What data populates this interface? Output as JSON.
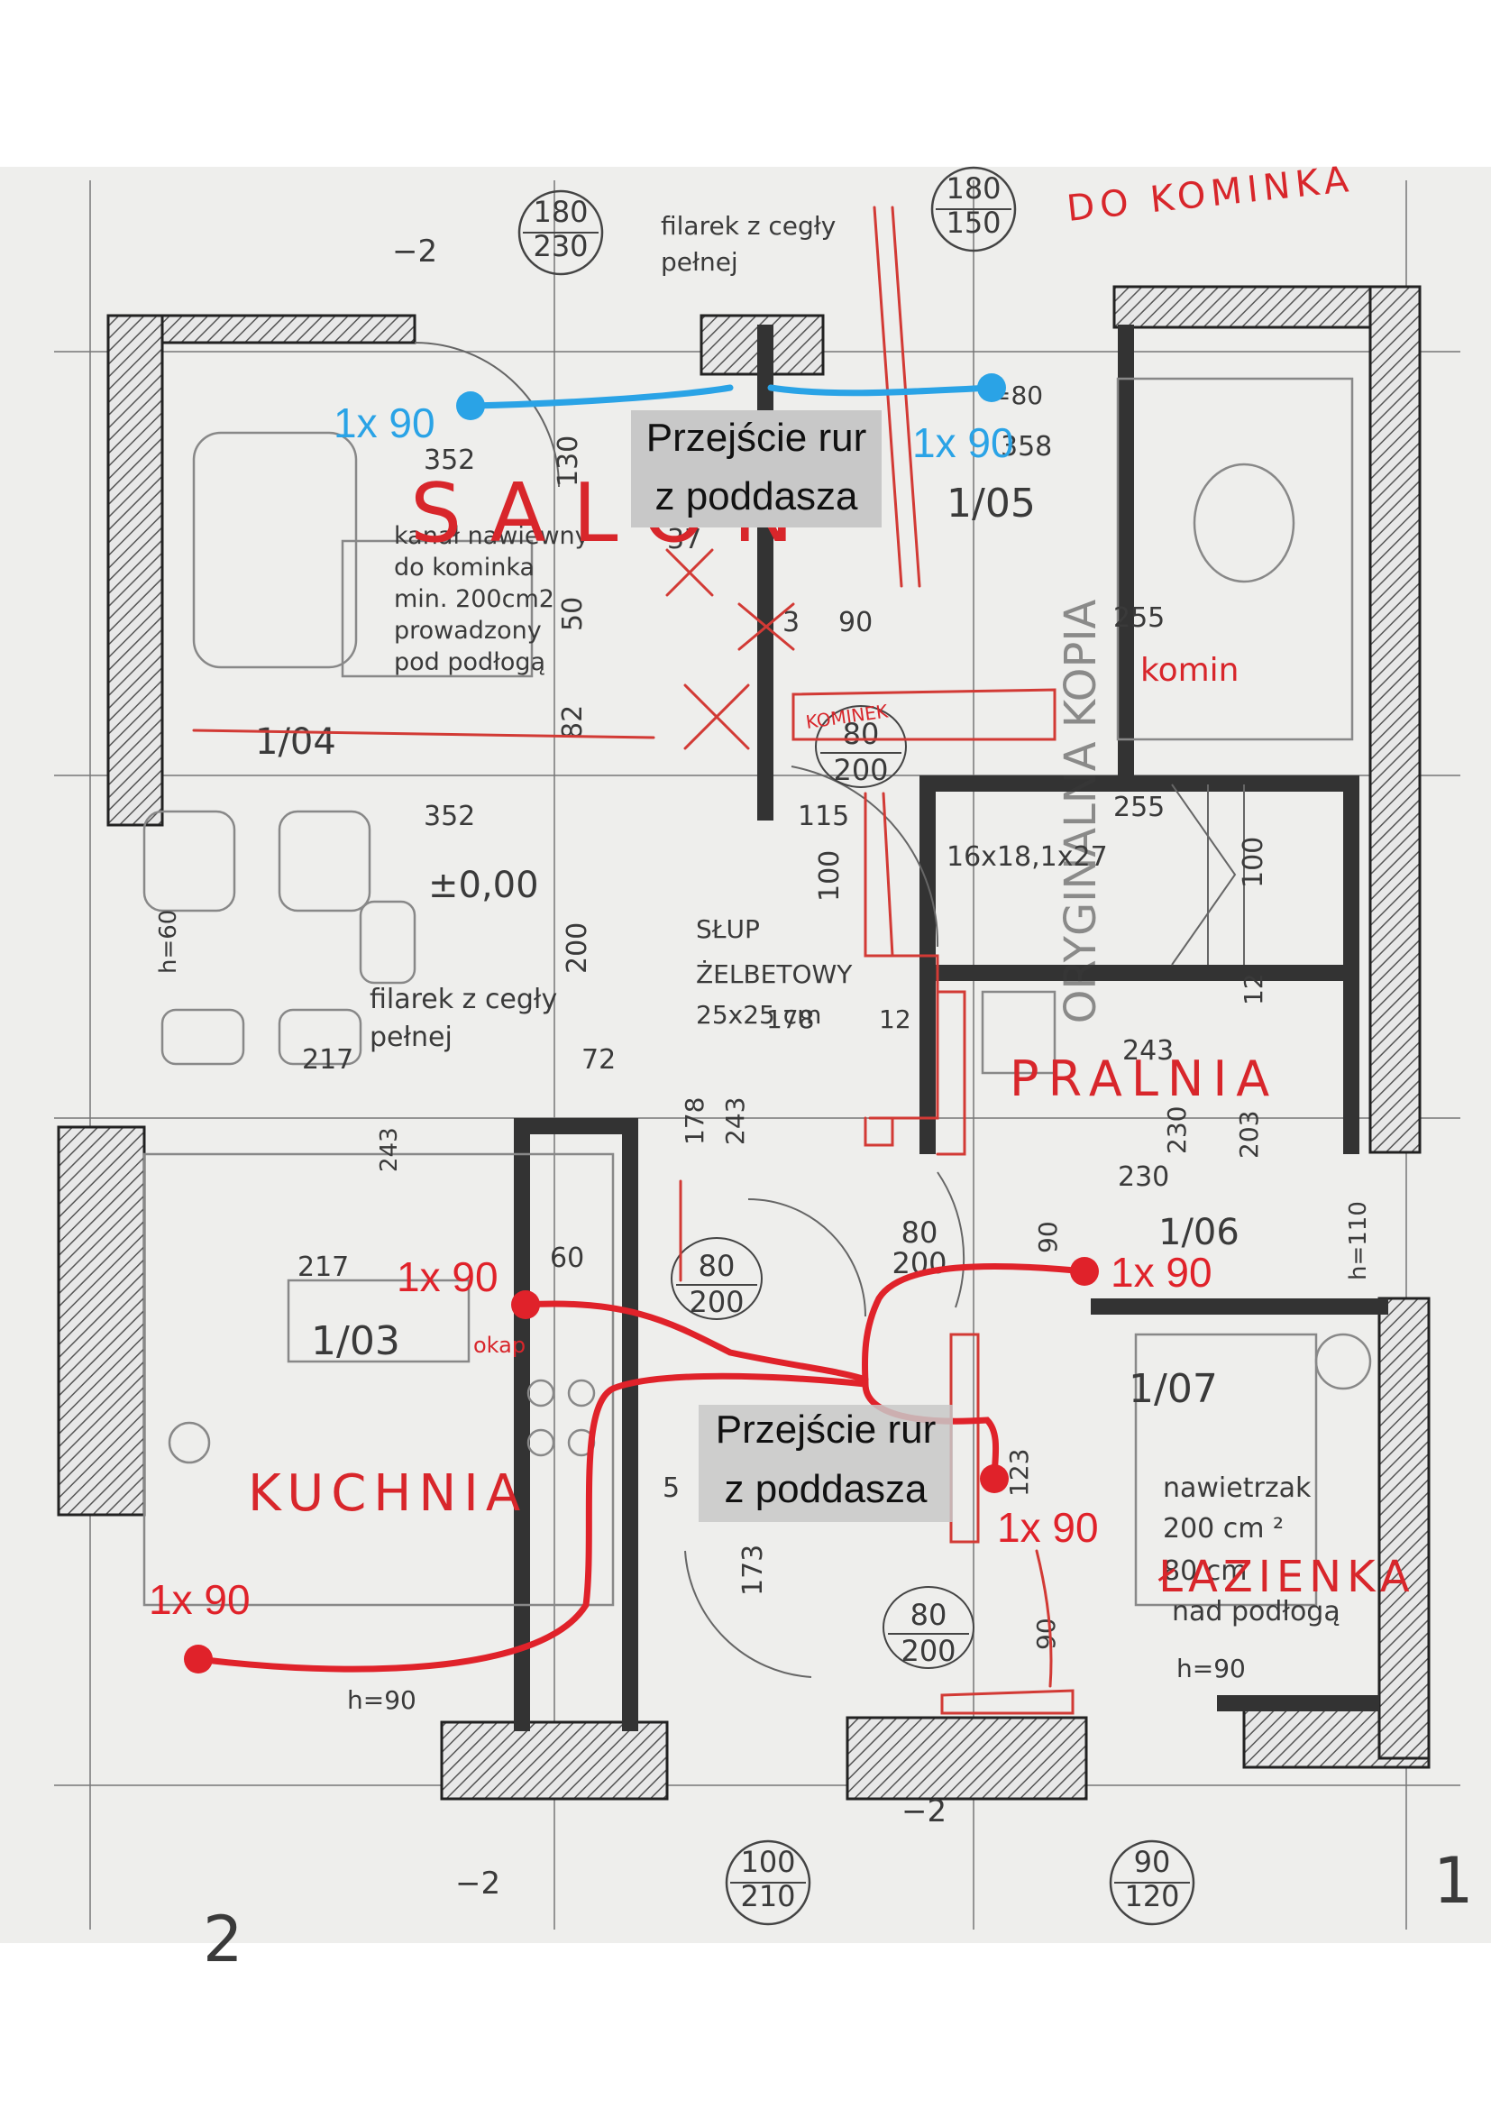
{
  "rooms": {
    "salon": {
      "code": "1/04",
      "name": "SALON"
    },
    "kitchen": {
      "code": "1/03",
      "name": "KUCHNIA"
    },
    "laundry": {
      "code": "",
      "name": "PRALNIA"
    },
    "bathroom": {
      "code": "1/07",
      "name": "ŁAZIENKA"
    },
    "room_1_05": {
      "code": "1/05"
    },
    "room_1_06": {
      "code": "1/06"
    }
  },
  "handwritten": {
    "chimney_note": "DO KOMINKA",
    "komin": "komin",
    "kominek": "KOMINEK",
    "okap": "okap"
  },
  "printed_notes": {
    "duct_note": [
      "kanał nawiewny",
      "do kominka",
      "min. 200cm2",
      "prowadzony",
      "pod podłogą"
    ],
    "pillar_top": [
      "filarek z cegły",
      "pełnej"
    ],
    "pillar_mid": [
      "filarek z cegły",
      "pełnej"
    ],
    "column": [
      "SŁUP",
      "ŻELBETOWY",
      "25x25 cm"
    ],
    "vent": [
      "nawietrzak",
      "200 cm ²",
      "80 cm",
      "nad podłogą"
    ],
    "stairs": "16x18,1x27",
    "level": "±0,00",
    "h60": "h=60",
    "h90_bottom": "h=90",
    "h90_bath": "h=90",
    "h110": "h=110",
    "watermark": "ORYGINALNA KOPIA"
  },
  "dimensions": {
    "window_top_left": [
      "180",
      "230"
    ],
    "window_top_right": [
      "180",
      "150"
    ],
    "window_bottom": [
      "100",
      "210"
    ],
    "window_bottom_right": [
      "90",
      "120"
    ],
    "door_chimney": [
      "80",
      "200"
    ],
    "door_kitchen": [
      "80",
      "200"
    ],
    "door_laundry": [
      "80",
      "200"
    ],
    "door_bath": [
      "80",
      "200"
    ],
    "d352_top": "352",
    "d352_mid": "352",
    "d130": "130",
    "d50": "50",
    "d82": "82",
    "d37": "37",
    "d3": "3",
    "d90_chim": "90",
    "d358": "358",
    "d80_top": "=80",
    "d255_a": "255",
    "d255_b": "255",
    "d115": "115",
    "d100_a": "100",
    "d100_b": "100",
    "d200_mid": "200",
    "d217_a": "217",
    "d217_b": "217",
    "d243_a": "243",
    "d72": "72",
    "d178_a": "178",
    "d178_b": "178",
    "d243_b": "243",
    "d12_a": "12",
    "d12_b": "12",
    "d243_c": "243",
    "d230_a": "230",
    "d230_b": "230",
    "d203": "203",
    "d60": "60",
    "d90_bath": "90",
    "d123": "123",
    "d173": "173",
    "d90_low": "90",
    "neg2_top": "−2",
    "neg2_bottom": "−2",
    "neg2_mid": "−2",
    "axis_2": "2",
    "axis_1": "1",
    "d5": "5"
  },
  "annotations": {
    "passage_top": [
      "Przejście rur",
      "z poddasza"
    ],
    "passage_bottom": [
      "Przejście rur",
      "z poddasza"
    ],
    "blue_left": "1x 90",
    "blue_right": "1x 90",
    "red_kitchen_top": "1x 90",
    "red_kitchen_bottom": "1x 90",
    "red_laundry": "1x 90",
    "red_bath": "1x 90"
  },
  "colors": {
    "pipe_red": "#e0222a",
    "pipe_blue": "#2aa3e6",
    "paper": "#efefed",
    "wall": "#333333"
  }
}
